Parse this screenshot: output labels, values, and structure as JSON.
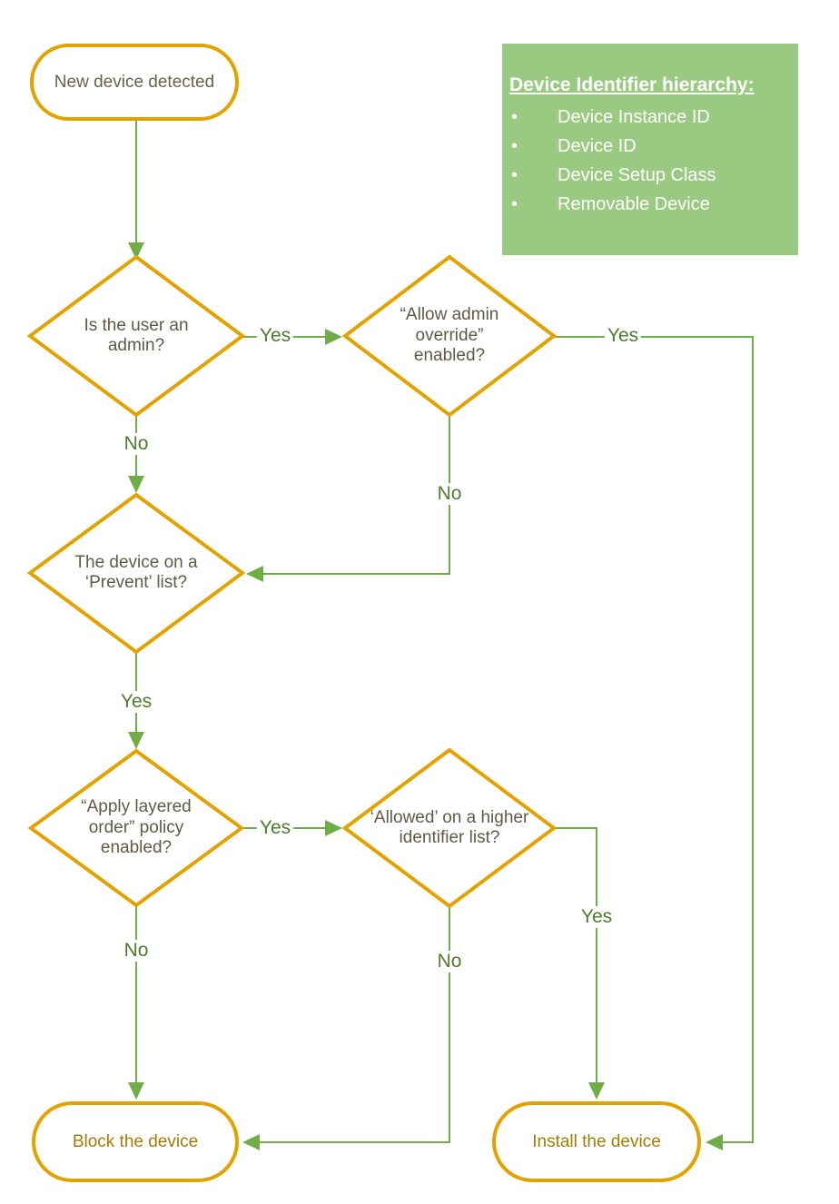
{
  "diagram": {
    "nodes": {
      "start": {
        "label": "New device detected"
      },
      "d1": {
        "label": "Is the user an admin?"
      },
      "d2": {
        "label": "“Allow admin override” enabled?"
      },
      "d3": {
        "label": "The device on a ‘Prevent’ list?"
      },
      "d4": {
        "label": "“Apply layered order” policy enabled?"
      },
      "d5": {
        "label": "‘Allowed’ on a higher identifier list?"
      },
      "block": {
        "label": "Block the device"
      },
      "install": {
        "label": "Install the device"
      }
    },
    "edges": {
      "d1_yes": "Yes",
      "d1_no": "No",
      "d2_yes": "Yes",
      "d2_no": "No",
      "d3_yes": "Yes",
      "d4_yes": "Yes",
      "d4_no": "No",
      "d5_yes": "Yes",
      "d5_no": "No"
    },
    "hierarchy": {
      "title": "Device Identifier hierarchy:",
      "bullet": "•",
      "items": [
        "Device Instance ID",
        "Device ID",
        "Device Setup Class",
        "Removable Device"
      ]
    },
    "colors": {
      "shape_border": "#E2A300",
      "connector": "#70AD47",
      "edge_label_text": "#4E7B2E",
      "hierarchy_bg": "#9ACA81",
      "hierarchy_text": "#FFFFFF",
      "decision_text": "#5F5A47",
      "terminator_end_text": "#A27D04",
      "terminator_start_text": "#68624C"
    }
  }
}
